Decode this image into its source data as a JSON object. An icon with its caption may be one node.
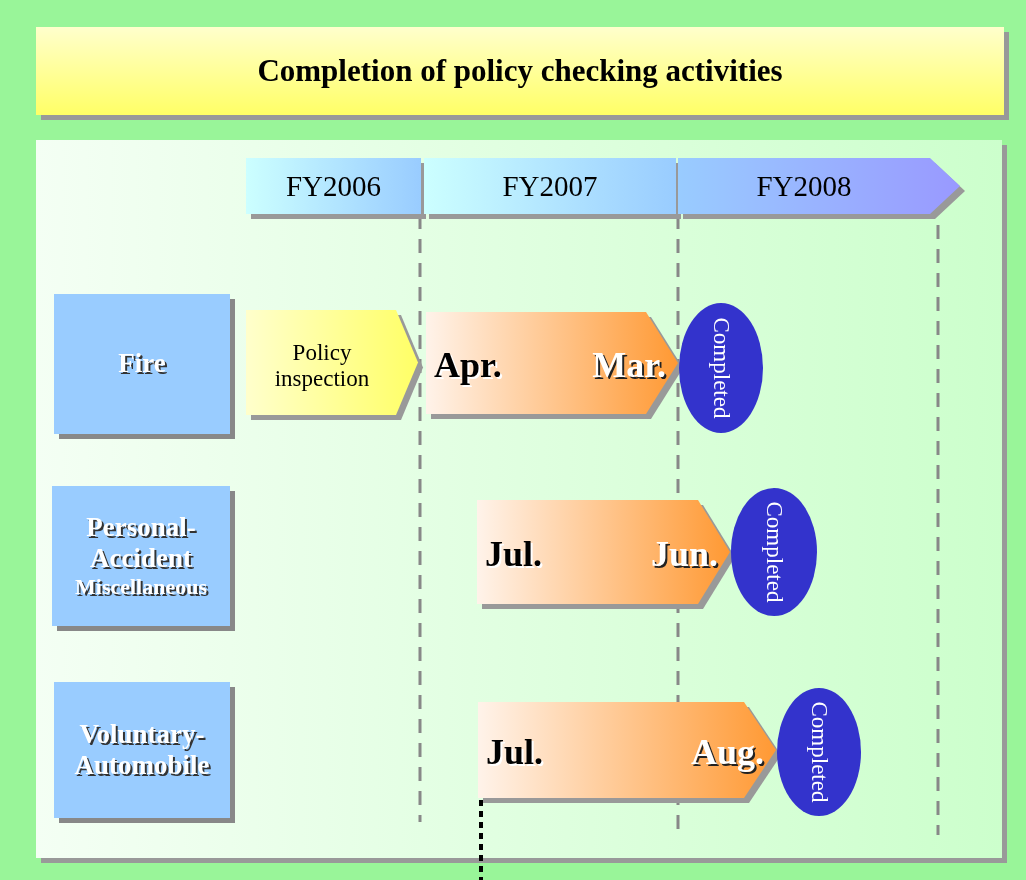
{
  "diagram": {
    "title": "Completion of policy checking activities",
    "nodes": [
      {
        "text": [
          "FY2006"
        ]
      },
      {
        "text": [
          "FY2007"
        ]
      },
      {
        "text": [
          "FY2008"
        ]
      },
      {
        "text": [
          "Fire"
        ]
      },
      {
        "text": [
          "Policy inspection"
        ]
      },
      {
        "text": [
          "Apr.",
          "Mar."
        ]
      },
      {
        "text": [
          "Completed"
        ]
      },
      {
        "text": [
          "Personal- Accident",
          "Miscellaneous"
        ]
      },
      {
        "text": [
          "Jul.",
          "Jun."
        ]
      },
      {
        "text": [
          "Completed"
        ]
      },
      {
        "text": [
          "Voluntary- Automobile"
        ]
      },
      {
        "text": [
          "Jul.",
          "Aug."
        ]
      },
      {
        "text": [
          "Completed"
        ]
      }
    ],
    "edges": []
  }
}
